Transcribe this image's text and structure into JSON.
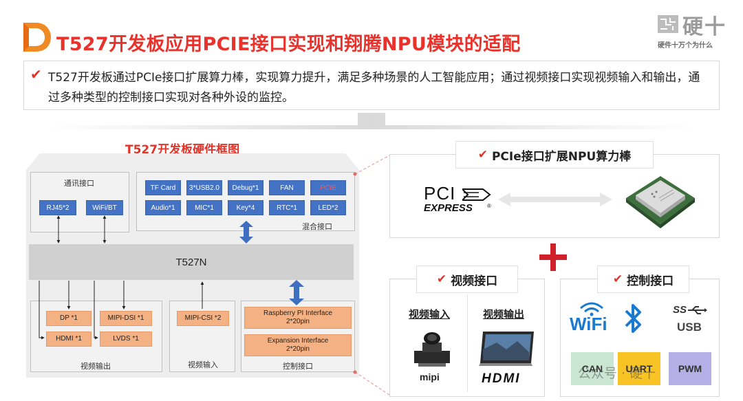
{
  "header": {
    "title": "T527开发板应用PCIE接口实现和翔腾NPU模块的适配",
    "brand_name": "硬十",
    "brand_tagline": "硬件十万个为什么",
    "logo_icon": "orange-d-logo-icon"
  },
  "intro": {
    "check_icon": "red-checkmark-icon",
    "text": "T527开发板通过PCIe接口扩展算力棒，实现算力提升，满足多种场景的人工智能应用；通过视频接口实现视频输入和输出，通过多种类型的控制接口实现对各种外设的监控。"
  },
  "diagram": {
    "title": "T527开发板硬件框图",
    "comm_panel": {
      "label": "通讯接口",
      "items": [
        "RJ45*2",
        "WiFi/BT"
      ]
    },
    "mixed_panel": {
      "label": "混合接口",
      "items": [
        "TF Card",
        "3*USB2.0",
        "Debug*1",
        "FAN",
        "PCIE",
        "Audio*1",
        "MIC*1",
        "Key*4",
        "RTC*1",
        "LED*2"
      ]
    },
    "soc": "T527N",
    "video_out_panel": {
      "label": "视频输出",
      "items": [
        "DP *1",
        "MIPI-DSI *1",
        "HDMI *1",
        "LVDS *1"
      ]
    },
    "video_in_panel": {
      "label": "视频输入",
      "items": [
        "MIPI-CSI *2"
      ]
    },
    "control_panel": {
      "label": "控制接口",
      "items": [
        {
          "line1": "Raspberry PI Interface",
          "line2": "2*20pin"
        },
        {
          "line1": "Expansion Interface",
          "line2": "2*20pin"
        }
      ]
    },
    "colors": {
      "blue": "#4472c4",
      "orange": "#f4b183",
      "soc": "#d0d0d0",
      "accent": "#e0352b"
    }
  },
  "pcie_panel": {
    "title": "PCIe接口扩展NPU算力棒",
    "pci_logo_top": "PCI",
    "pci_logo_bottom": "EXPRESS",
    "pci_logo_mark": "®",
    "chip_icon": "npu-chip-icon",
    "arrow_icon": "double-arrow-icon"
  },
  "plus_icon": "red-plus-icon",
  "video_panel": {
    "title": "视频接口",
    "input_label": "视频输入",
    "output_label": "视频输出",
    "camera_icon": "camera-module-icon",
    "monitor_icon": "portable-monitor-icon",
    "mipi_label": "mipi",
    "hdmi_label": "HDMI"
  },
  "control_right_panel": {
    "title": "控制接口",
    "wifi_label": "WiFi",
    "usb_label": "USB",
    "usb_ss_label": "SS",
    "bluetooth_icon": "bluetooth-icon",
    "tiles": [
      "CAN",
      "UART",
      "PWM"
    ],
    "tile_colors": [
      "#c9e6d2",
      "#f7c325",
      "#b4b0e6"
    ]
  },
  "watermark": "公众号 · 硬十"
}
